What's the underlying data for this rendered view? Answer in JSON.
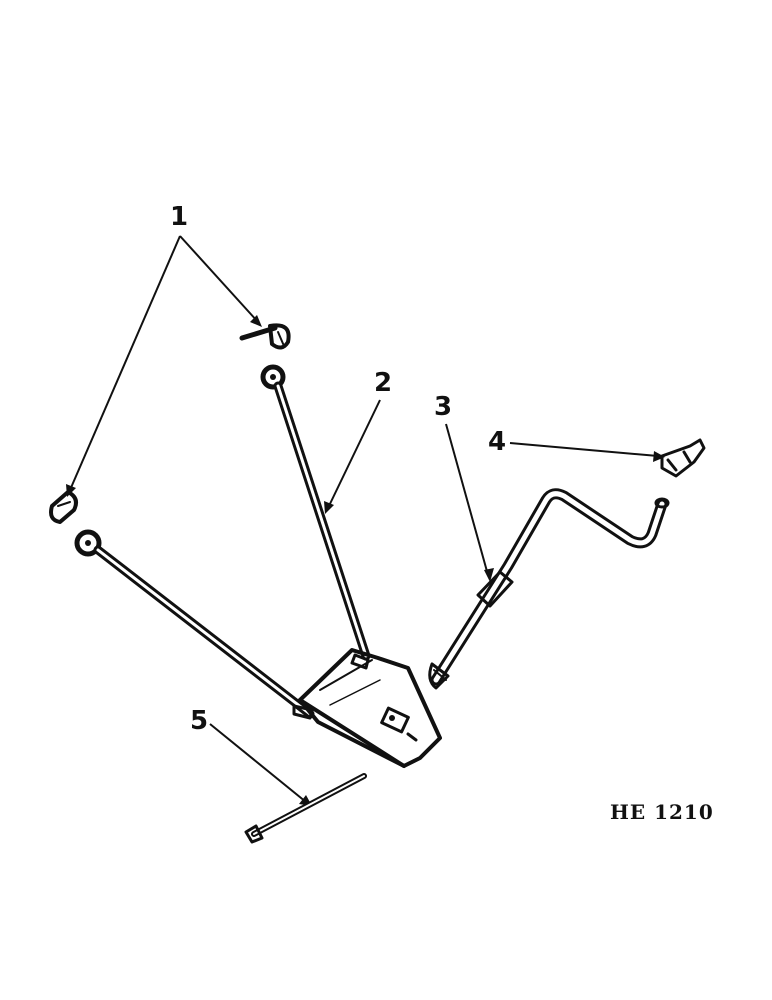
{
  "callouts": [
    "1",
    "2",
    "3",
    "4",
    "5"
  ],
  "figure_code": "HE 1210"
}
